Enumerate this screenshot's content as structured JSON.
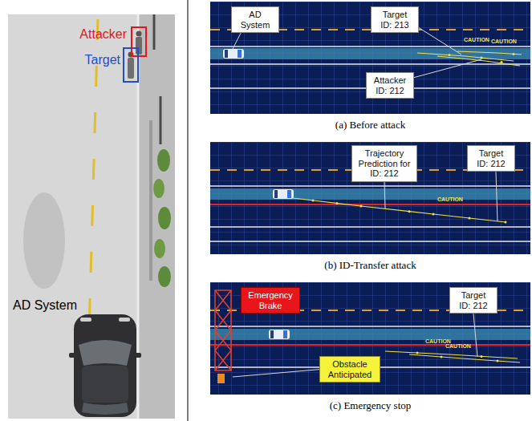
{
  "diagram": {
    "nodes": [
      {
        "text": [
          "AD System"
        ]
      },
      {
        "text": [
          "Target ID: 213"
        ]
      },
      {
        "text": [
          "Attacker ID: 212"
        ]
      },
      {
        "text": [
          "Trajectory Prediction for ID: 212"
        ]
      },
      {
        "text": [
          "Target ID: 212"
        ]
      },
      {
        "text": [
          "Emergency Brake"
        ]
      },
      {
        "text": [
          "Target ID: 212"
        ]
      },
      {
        "text": [
          "Obstacle Anticipated"
        ]
      }
    ],
    "labels": [
      "Attacker",
      "Target",
      "AD System",
      "(a) Before attack",
      "(b) ID-Transfer attack",
      "(c) Emergency stop",
      "CAUTION",
      "CAUTION",
      "CAUTION",
      "CAUTION",
      "CAUTION"
    ]
  }
}
